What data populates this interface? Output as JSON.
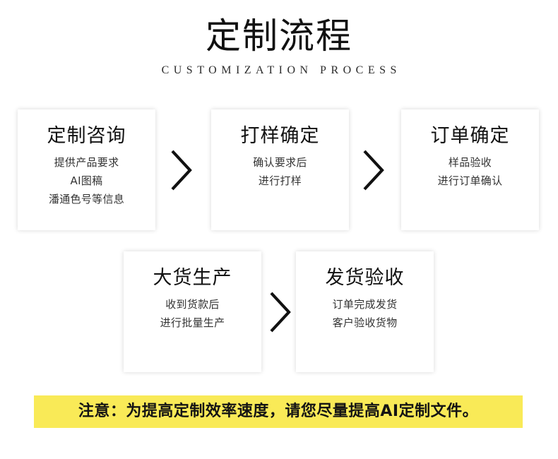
{
  "header": {
    "title": "定制流程",
    "subtitle": "CUSTOMIZATION PROCESS"
  },
  "steps": [
    {
      "title": "定制咨询",
      "lines": [
        "提供产品要求",
        "AI图稿",
        "潘通色号等信息"
      ]
    },
    {
      "title": "打样确定",
      "lines": [
        "确认要求后",
        "进行打样"
      ]
    },
    {
      "title": "订单确定",
      "lines": [
        "样品验收",
        "进行订单确认"
      ]
    },
    {
      "title": "大货生产",
      "lines": [
        "收到货款后",
        "进行批量生产"
      ]
    },
    {
      "title": "发货验收",
      "lines": [
        "订单完成发货",
        "客户验收货物"
      ]
    }
  ],
  "connectors": [
    {
      "icon": "chevron-right-icon"
    },
    {
      "icon": "chevron-right-icon"
    },
    {
      "icon": "chevron-right-icon"
    }
  ],
  "notice": {
    "text": "注意：为提高定制效率速度，请您尽量提高AI定制文件。"
  },
  "colors": {
    "background": "#ffffff",
    "card_background": "#ffffff",
    "title_text": "#111111",
    "body_text": "#333333",
    "notice_background": "#f9ea57",
    "notice_text": "#141414",
    "chevron_stroke": "#111111"
  }
}
